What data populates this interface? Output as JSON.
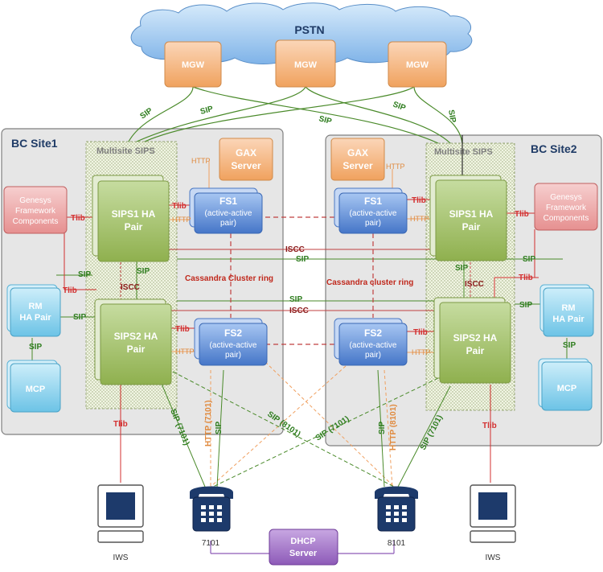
{
  "pstn": {
    "label": "PSTN"
  },
  "mgw": [
    {
      "label": "MGW"
    },
    {
      "label": "MGW"
    },
    {
      "label": "MGW"
    }
  ],
  "site1": {
    "title": "BC Site1",
    "multisite": "Multisite SIPS",
    "gax_line1": "GAX",
    "gax_line2": "Server",
    "genesys_line1": "Genesys",
    "genesys_line2": "Framework",
    "genesys_line3": "Components",
    "sips1_line1": "SIPS1 HA",
    "sips1_line2": "Pair",
    "sips2_line1": "SIPS2 HA",
    "sips2_line2": "Pair",
    "fs1_line1": "FS1",
    "fs1_line2": "(active-active",
    "fs1_line3": "pair)",
    "fs2_line1": "FS2",
    "fs2_line2": "(active-active",
    "fs2_line3": "pair)",
    "rm_line1": "RM",
    "rm_line2": "HA Pair",
    "mcp": "MCP",
    "cassandra": "Cassandra Cluster ring"
  },
  "site2": {
    "title": "BC Site2",
    "multisite": "Multisite SIPS",
    "gax_line1": "GAX",
    "gax_line2": "Server",
    "genesys_line1": "Genesys",
    "genesys_line2": "Framework",
    "genesys_line3": "Components",
    "sips1_line1": "SIPS1 HA",
    "sips1_line2": "Pair",
    "sips2_line1": "SIPS2 HA",
    "sips2_line2": "Pair",
    "fs1_line1": "FS1",
    "fs1_line2": "(active-active",
    "fs1_line3": "pair)",
    "fs2_line1": "FS2",
    "fs2_line2": "(active-active",
    "fs2_line3": "pair)",
    "rm_line1": "RM",
    "rm_line2": "HA Pair",
    "mcp": "MCP",
    "cassandra": "Cassandra cluster ring"
  },
  "labels": {
    "sip": "SIP",
    "tlib": "Tlib",
    "http": "HTTP",
    "iscc": "ISCC",
    "sip7101": "SIP (7101)",
    "sip8101": "SIP (8101)",
    "http7101": "HTTP (7101)",
    "http8101": "HTTP (8101)"
  },
  "phones": {
    "left_ext": "7101",
    "right_ext": "8101"
  },
  "dhcp": {
    "line1": "DHCP",
    "line2": "Server"
  },
  "iws": {
    "left": "IWS",
    "right": "IWS"
  },
  "colors": {
    "site_bg": "#e6e6e6",
    "site_border": "#7f7f7f",
    "sips_green": "#9bbb59",
    "fs_blue": "#5b8fd6",
    "mgw_orange": "#f7b885",
    "gax_orange": "#f6b37f",
    "genesys_red": "#eba0a0",
    "rm_cyan": "#8fd3ec",
    "sip_line": "#4a8a2a",
    "tlib_line": "#d32f2f",
    "http_line": "#f0a060",
    "iscc_line": "#c04040",
    "dhcp_purple": "#8d5ab8",
    "phone_navy": "#1d3a6b"
  }
}
